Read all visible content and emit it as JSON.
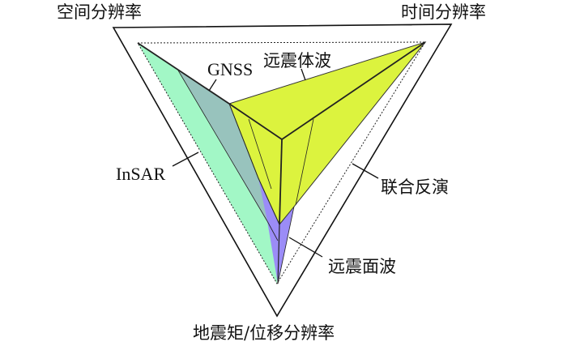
{
  "axes": {
    "top_left": "空间分辨率",
    "top_right": "时间分辨率",
    "bottom": "地震矩/位移分辨率"
  },
  "regions": {
    "insar": {
      "label": "InSAR",
      "color": "#a2f7c6"
    },
    "gnss": {
      "label": "GNSS",
      "color": "#98c3bd"
    },
    "teleseismic_body": {
      "label": "远震体波",
      "color": "#dcf33e"
    },
    "teleseismic_surface": {
      "label": "远震面波",
      "color": "#9b8cf7"
    },
    "joint_inversion": {
      "label": "联合反演"
    }
  }
}
